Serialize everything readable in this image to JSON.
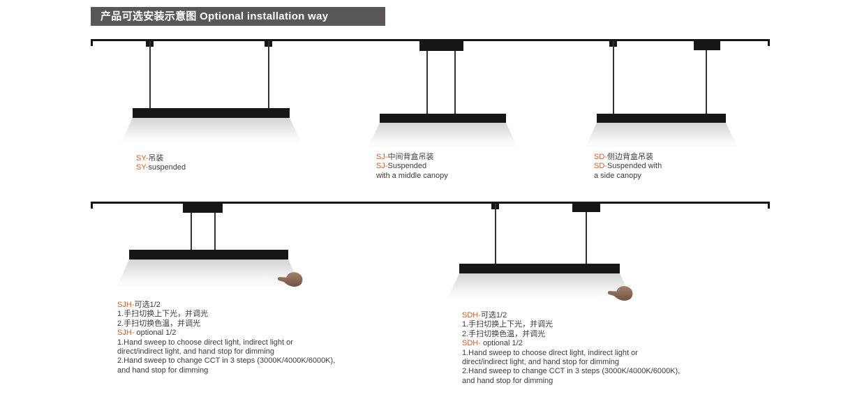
{
  "header": {
    "title": "产品可选安装示意图 Optional installation way"
  },
  "colors": {
    "accent": "#e5561e",
    "text": "#3e3a39",
    "header_bg": "#595757",
    "fixture_black": "#161616"
  },
  "diagrams": {
    "sy": {
      "cn_code": "SY-",
      "cn_rest": "吊装",
      "en_code": "SY-",
      "en_rest": "suspended"
    },
    "sj": {
      "cn_code": "SJ-",
      "cn_rest": "中间背盒吊装",
      "en_code": "SJ-",
      "en_rest": "Suspended",
      "en_line2": "with a middle canopy"
    },
    "sd": {
      "cn_code": "SD-",
      "cn_rest": "侧边背盒吊装",
      "en_code": "SD-",
      "en_rest": "Suspended with",
      "en_line2": "a side canopy"
    },
    "sjh": {
      "title_code": "SJH-",
      "title_rest": "可选1/2",
      "cn_line1": "1.手扫切换上下光，并调光",
      "cn_line2": "2.手扫切换色温，并调光",
      "en_title_code": "SJH-",
      "en_title_rest": " optional 1/2",
      "en_line1": "1.Hand sweep to choose direct light, indirect light or",
      "en_line2": "direct/indirect light, and hand stop for dimming",
      "en_line3": "2.Hand sweep to change CCT in 3 steps (3000K/4000K/6000K),",
      "en_line4": "and hand stop for dimming"
    },
    "sdh": {
      "title_code": "SDH-",
      "title_rest": "可选1/2",
      "cn_line1": "1.手扫切换上下光，并调光",
      "cn_line2": "2.手扫切换色温，并调光",
      "en_title_code": "SDH-",
      "en_title_rest": " optional 1/2",
      "en_line1": "1.Hand sweep to choose direct light, indirect light or",
      "en_line2": "direct/indirect light, and hand stop for dimming",
      "en_line3": "2.Hand sweep to change CCT in 3 steps (3000K/4000K/6000K),",
      "en_line4": "and hand stop for dimming"
    }
  }
}
